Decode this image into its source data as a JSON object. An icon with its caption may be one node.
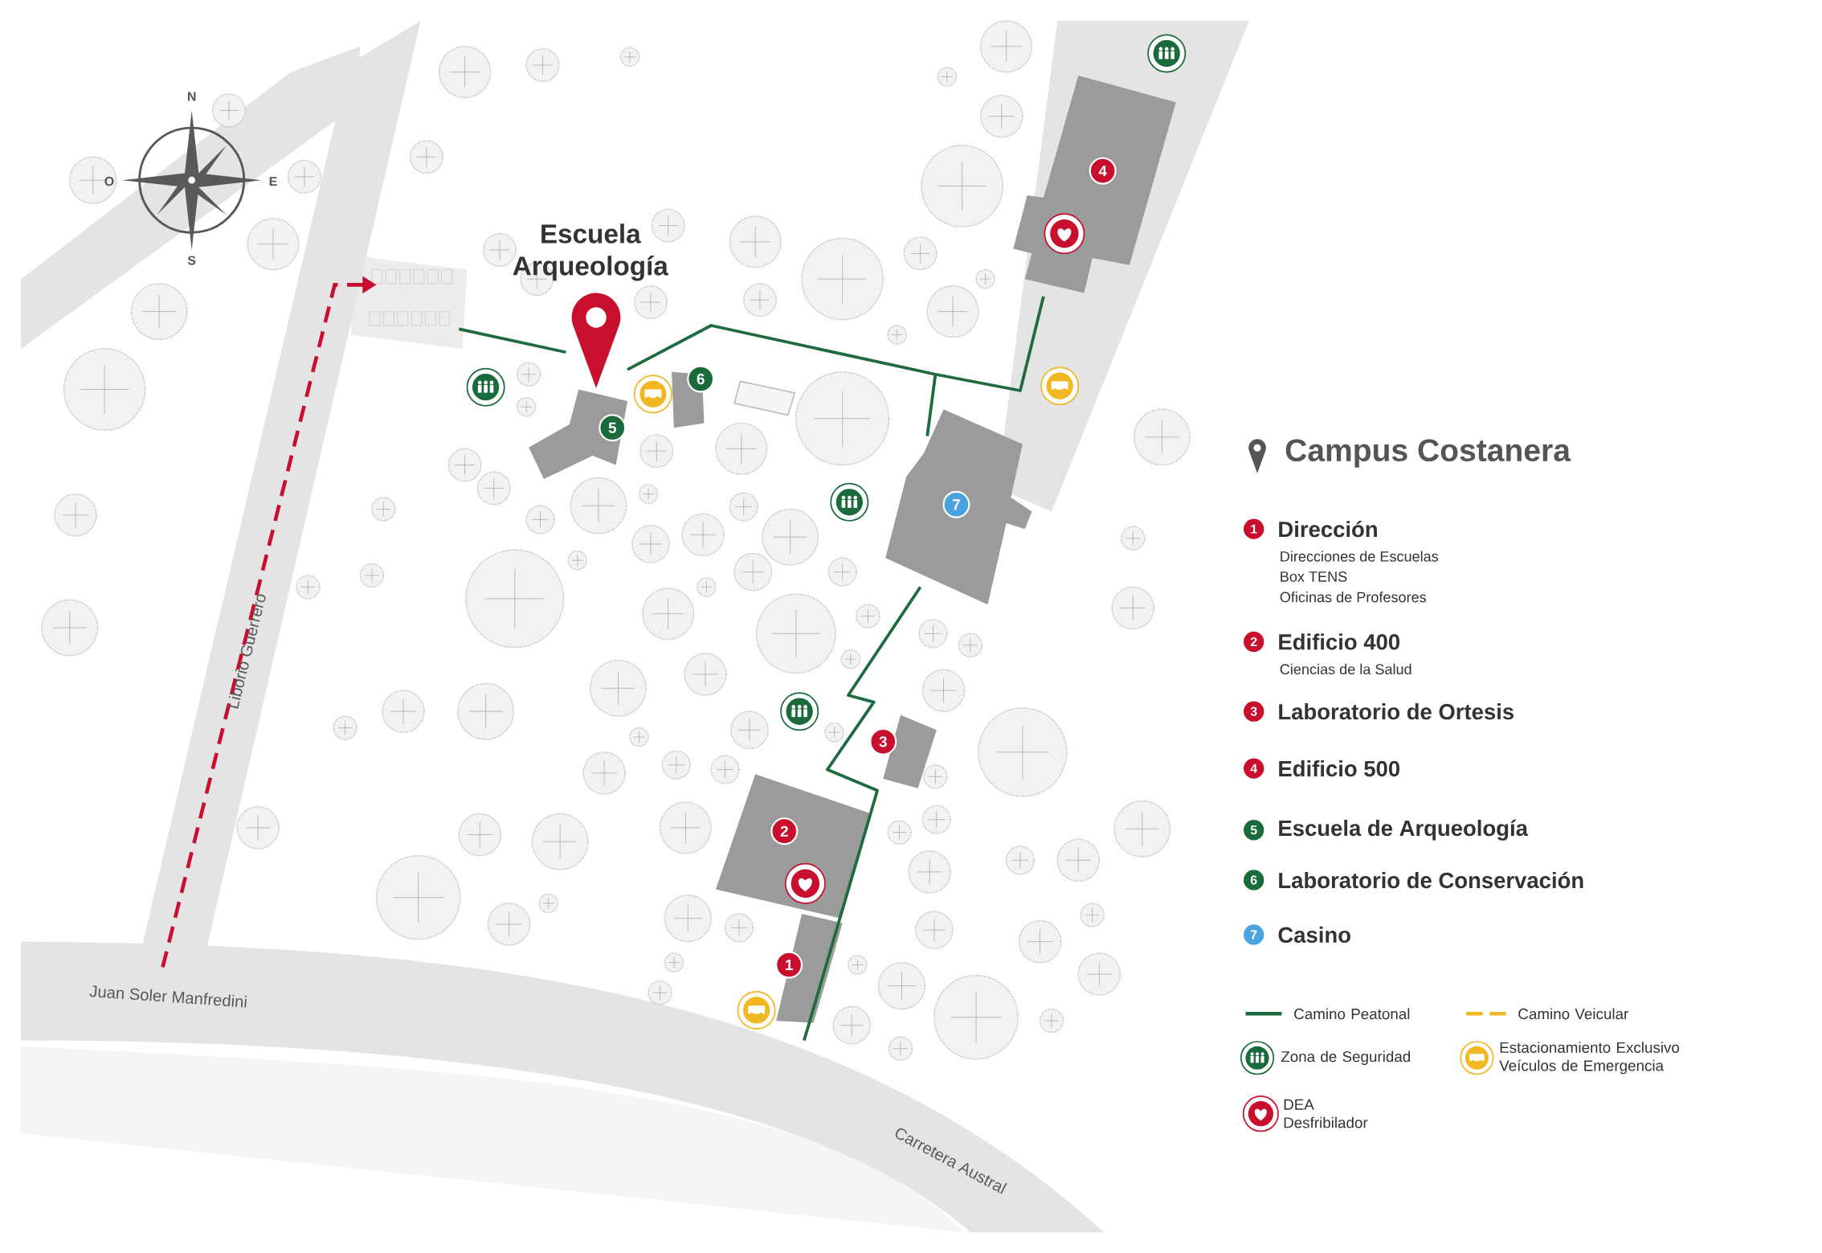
{
  "diagram": {
    "title": "Campus Costanera",
    "nodes": [
      {
        "text": [
          "Escuela Arqueología"
        ]
      },
      {
        "text": [
          "4"
        ]
      },
      {
        "text": [
          "6"
        ]
      },
      {
        "text": [
          "5"
        ]
      },
      {
        "text": [
          "7"
        ]
      },
      {
        "text": [
          "3"
        ]
      },
      {
        "text": [
          "2"
        ]
      },
      {
        "text": [
          "1"
        ]
      },
      {
        "text": [
          "1"
        ],
        "beside": [
          "Dirección",
          "Direcciones de Escuelas",
          "Box TENS",
          "Oficinas de Profesores"
        ]
      },
      {
        "text": [
          "2"
        ],
        "beside": [
          "Edificio 400",
          "Ciencias de la Salud"
        ]
      },
      {
        "text": [
          "3"
        ],
        "beside": [
          "Laboratorio de Ortesis"
        ]
      },
      {
        "text": [
          "4"
        ],
        "beside": [
          "Edificio 500"
        ]
      },
      {
        "text": [
          "5"
        ],
        "beside": [
          "Escuela de Arqueología"
        ]
      },
      {
        "text": [
          "6"
        ],
        "beside": [
          "Laboratorio de Conservación"
        ]
      },
      {
        "text": [
          "7"
        ],
        "beside": [
          "Casino"
        ]
      }
    ],
    "labels": [
      "N",
      "O",
      "E",
      "S",
      "Liborio Guerrero",
      "Juan Soler Manfredini",
      "Carretera Austral"
    ],
    "legend": [
      {
        "text": "Camino Peatonal"
      },
      {
        "text": "Camino Veicular"
      },
      {
        "text": "Zona de Seguridad"
      },
      {
        "text": "Estacionamiento Exclusivo Veículos de Emergencia"
      },
      {
        "text": "DEA Desfribilador"
      }
    ]
  }
}
